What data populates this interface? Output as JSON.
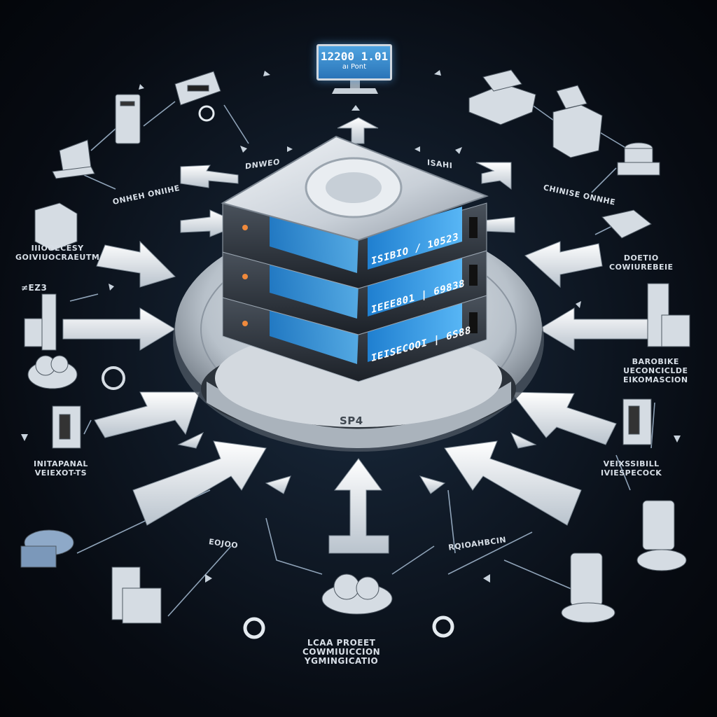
{
  "monitor": {
    "line1": "12200 1.01",
    "line2": "aı Pont"
  },
  "server": {
    "top_label_left": "DNWEO",
    "top_label_right": "ISAHI",
    "unit_displays": [
      "ISIBIO / 10523",
      "IEEE801 | 69838",
      "IEISECOOI | 6S88"
    ],
    "base_label": "SP4"
  },
  "labels": {
    "left_tag": "ONHEH ONIIHE",
    "right_tag": "CHINISE ONNHE",
    "upper_left": [
      "IIIOOECESY",
      "GOIVIUOCRAEUTM"
    ],
    "upper_right": [
      "DOETIO",
      "COWIUREBEIE"
    ],
    "mid_left_code": "≠EZ3",
    "mid_right": [
      "BAROBIKE",
      "UECONCICLDE",
      "EIKOMASCION"
    ],
    "lower_left": [
      "INITAPANAL",
      "VEIEXOT-TS"
    ],
    "lower_right": [
      "VEIXSSIBILL",
      "IVIESPECOCK"
    ],
    "bottom": [
      "LCAA PROEET",
      "COWMIUICCION",
      "YGMINGICATIO"
    ],
    "bottom_left_tag": "EOJOO",
    "bottom_right_tag": "RQIOAHBCIN"
  },
  "colors": {
    "accent": "#3a9be6",
    "arrow": "#e8edf2",
    "background": "#0a111b"
  },
  "icons": [
    "monitor-icon",
    "server-stack-icon",
    "cloud-icon",
    "printer-icon",
    "laptop-icon",
    "tower-pc-icon",
    "router-icon",
    "storage-icon",
    "lock-icon",
    "globe-icon"
  ]
}
